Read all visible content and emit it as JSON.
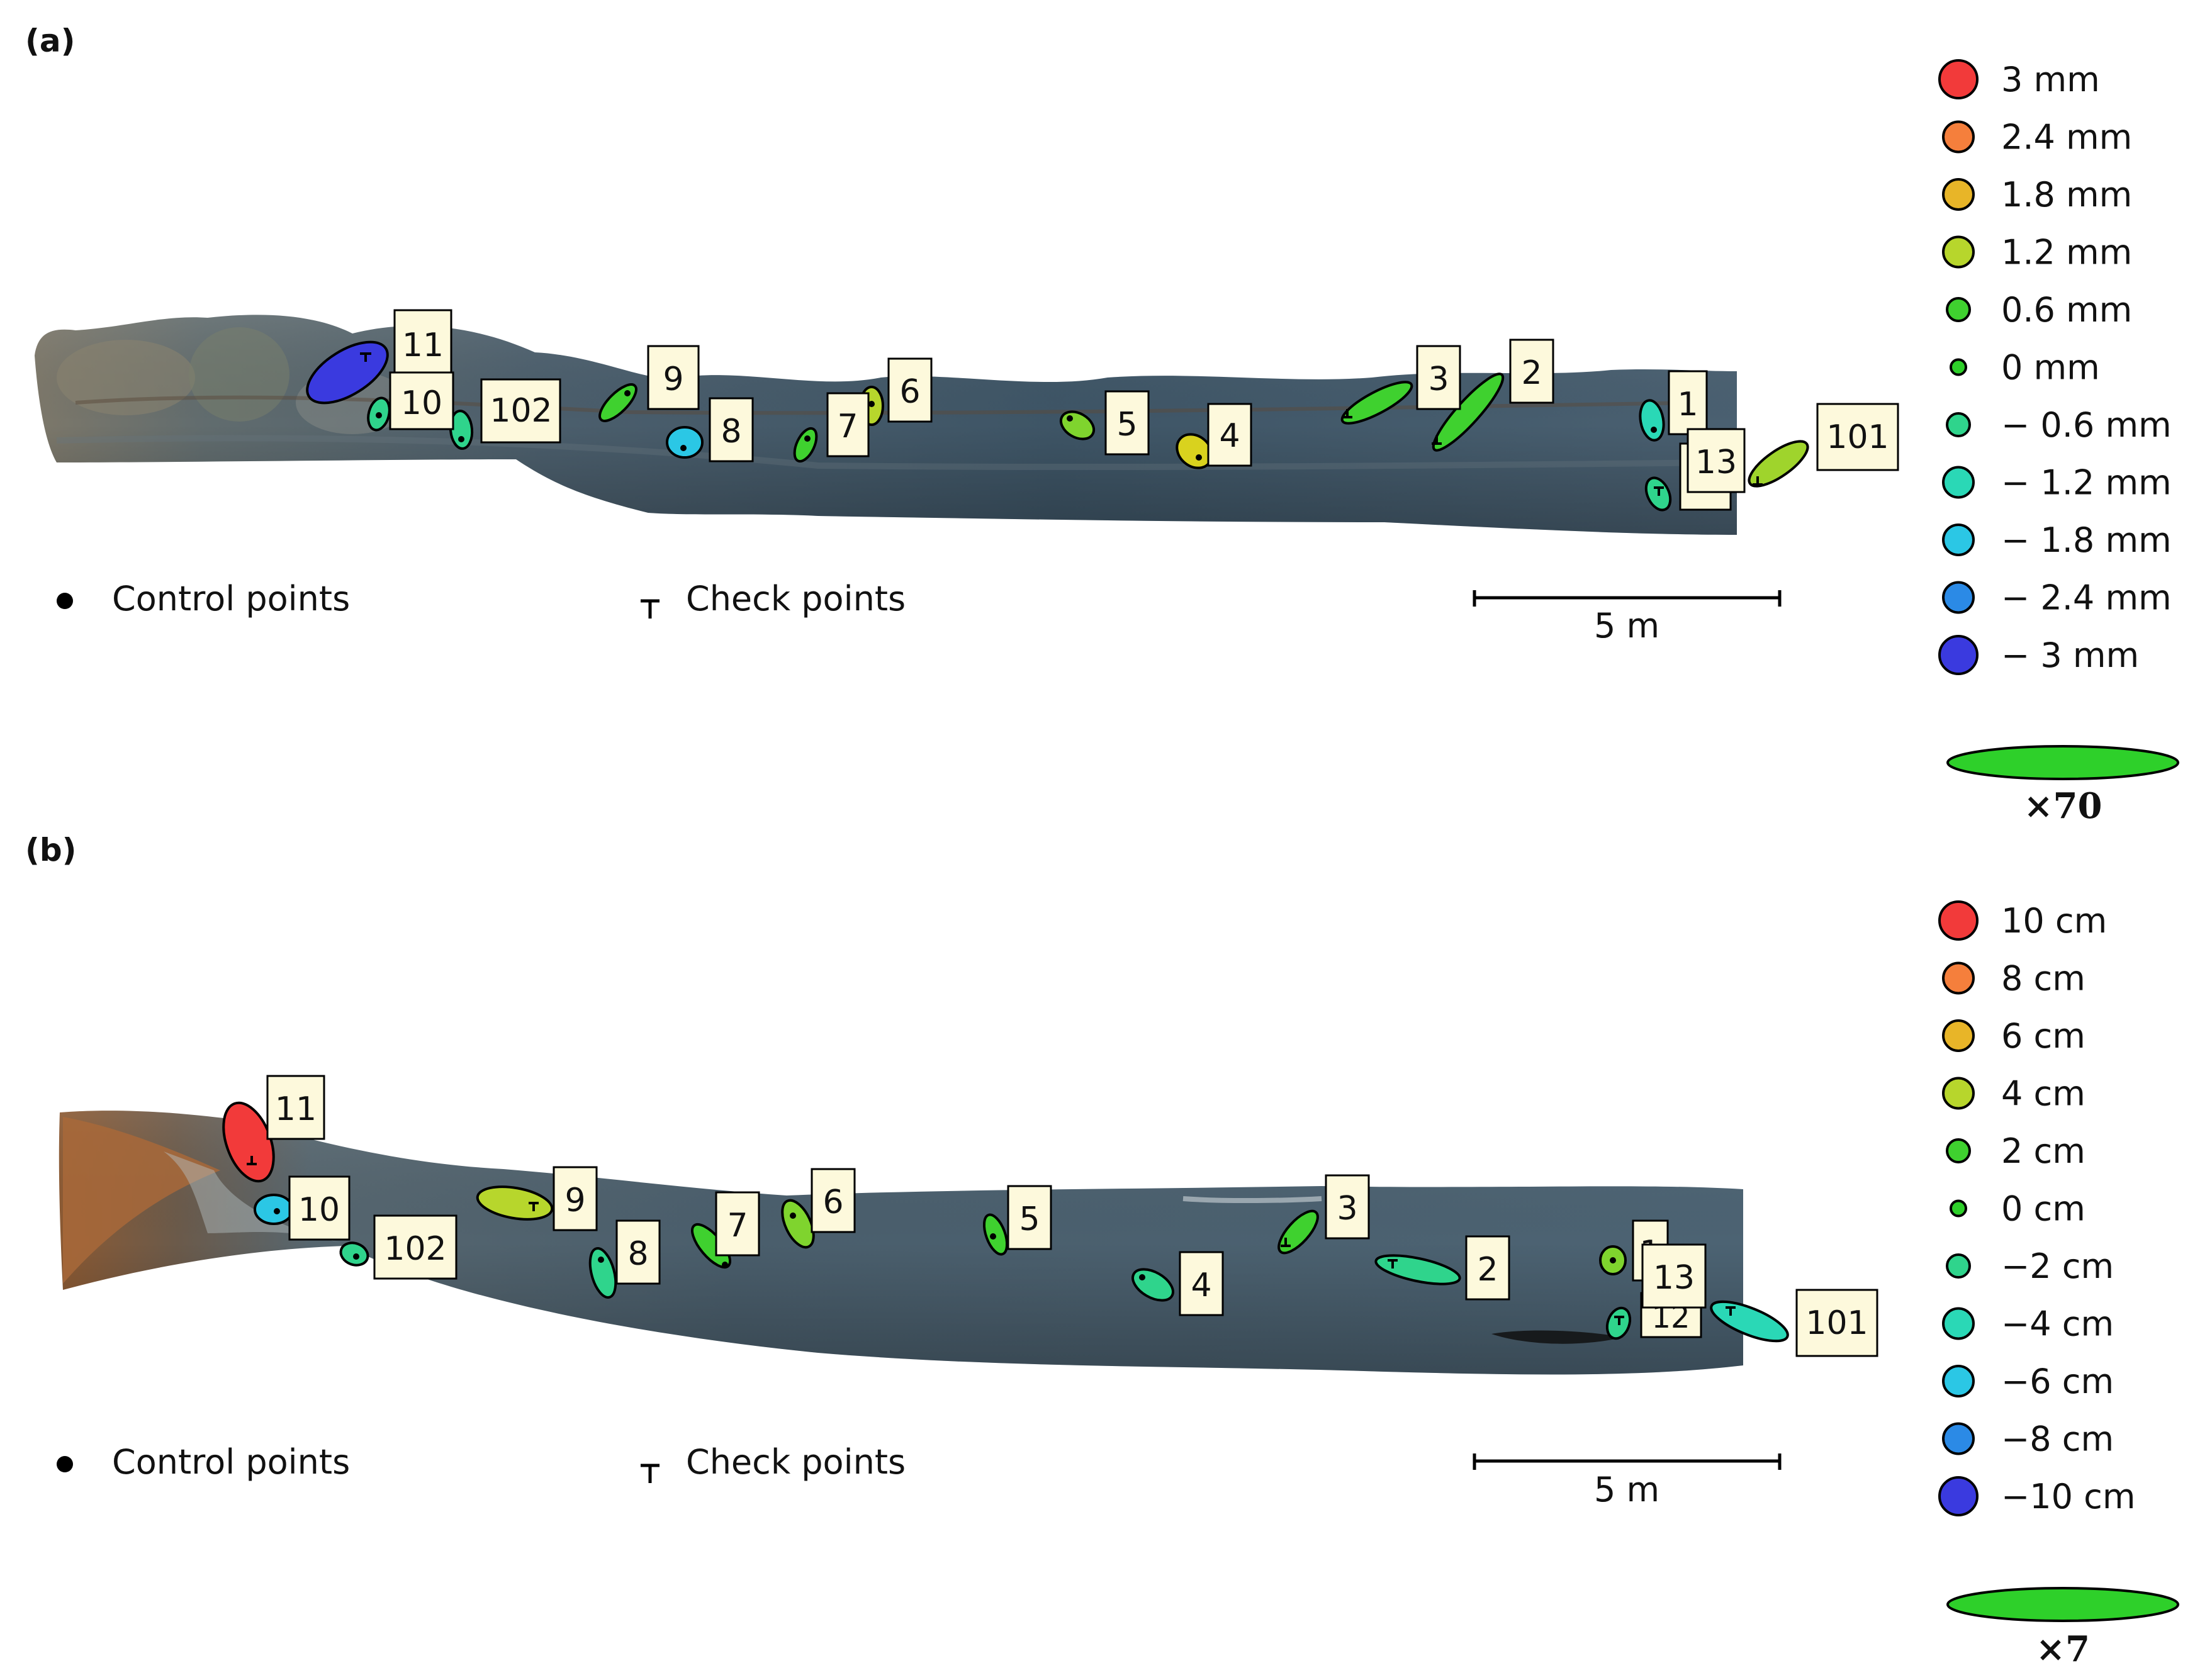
{
  "panels": [
    {
      "id": "a",
      "label": "(a)",
      "legend_scale_unit_label": "×70",
      "legend": [
        {
          "label": "3 mm",
          "color": "#f23a3a",
          "size": "lg"
        },
        {
          "label": "2.4 mm",
          "color": "#f57f3c",
          "size": "md"
        },
        {
          "label": "1.8 mm",
          "color": "#e8b528",
          "size": "md"
        },
        {
          "label": "1.2 mm",
          "color": "#b7d62c",
          "size": "md"
        },
        {
          "label": "0.6 mm",
          "color": "#3fd12f",
          "size": "sm"
        },
        {
          "label": "0 mm",
          "color": "#2ed02a",
          "size": "xs"
        },
        {
          "label": "− 0.6 mm",
          "color": "#2fd48c",
          "size": "sm"
        },
        {
          "label": "− 1.2 mm",
          "color": "#2ad8b6",
          "size": "md"
        },
        {
          "label": "− 1.8 mm",
          "color": "#2bc7e5",
          "size": "md"
        },
        {
          "label": "− 2.4 mm",
          "color": "#2b8ae6",
          "size": "md"
        },
        {
          "label": "− 3 mm",
          "color": "#3a3adf",
          "size": "lg"
        }
      ],
      "markers_legend": {
        "control": "Control points",
        "check": "Check points"
      },
      "scalebar_label": "5 m",
      "points": [
        {
          "label": "11",
          "type": "check",
          "color": "#3a3adf"
        },
        {
          "label": "10",
          "type": "control",
          "color": "#2fd48c"
        },
        {
          "label": "102",
          "type": "control",
          "color": "#2fd48c"
        },
        {
          "label": "9",
          "type": "control",
          "color": "#3fd12f"
        },
        {
          "label": "8",
          "type": "control",
          "color": "#2bc7e5"
        },
        {
          "label": "7",
          "type": "control",
          "color": "#3fd12f"
        },
        {
          "label": "6",
          "type": "control",
          "color": "#b7d62c"
        },
        {
          "label": "5",
          "type": "control",
          "color": "#7fd42e"
        },
        {
          "label": "4",
          "type": "control",
          "color": "#d9d21e"
        },
        {
          "label": "3",
          "type": "check",
          "color": "#3fd12f"
        },
        {
          "label": "2",
          "type": "check",
          "color": "#3fd12f"
        },
        {
          "label": "1",
          "type": "control",
          "color": "#2ad8b6"
        },
        {
          "label": "13",
          "type": "control",
          "color": "#3fd12f"
        },
        {
          "label": "12",
          "type": "check",
          "color": "#2fd48c"
        },
        {
          "label": "101",
          "type": "check",
          "color": "#9fd42c"
        }
      ]
    },
    {
      "id": "b",
      "label": "(b)",
      "legend_scale_unit_label": "×7",
      "legend": [
        {
          "label": "10 cm",
          "color": "#f23a3a",
          "size": "lg"
        },
        {
          "label": "8 cm",
          "color": "#f57f3c",
          "size": "md"
        },
        {
          "label": "6 cm",
          "color": "#e8b528",
          "size": "md"
        },
        {
          "label": "4 cm",
          "color": "#b7d62c",
          "size": "md"
        },
        {
          "label": "2 cm",
          "color": "#3fd12f",
          "size": "sm"
        },
        {
          "label": "0 cm",
          "color": "#2ed02a",
          "size": "xs"
        },
        {
          "label": "−2 cm",
          "color": "#2fd48c",
          "size": "sm"
        },
        {
          "label": "−4 cm",
          "color": "#2ad8b6",
          "size": "md"
        },
        {
          "label": "−6 cm",
          "color": "#2bc7e5",
          "size": "md"
        },
        {
          "label": "−8 cm",
          "color": "#2b8ae6",
          "size": "md"
        },
        {
          "label": "−10 cm",
          "color": "#3a3adf",
          "size": "lg"
        }
      ],
      "markers_legend": {
        "control": "Control points",
        "check": "Check points"
      },
      "scalebar_label": "5 m",
      "points": [
        {
          "label": "11",
          "type": "check",
          "color": "#f23a3a"
        },
        {
          "label": "10",
          "type": "control",
          "color": "#2bc7e5"
        },
        {
          "label": "102",
          "type": "control",
          "color": "#2fd48c"
        },
        {
          "label": "9",
          "type": "check",
          "color": "#b7d62c"
        },
        {
          "label": "8",
          "type": "control",
          "color": "#2fd48c"
        },
        {
          "label": "7",
          "type": "control",
          "color": "#3fd12f"
        },
        {
          "label": "6",
          "type": "control",
          "color": "#7fd42e"
        },
        {
          "label": "5",
          "type": "control",
          "color": "#3fd12f"
        },
        {
          "label": "4",
          "type": "control",
          "color": "#2fd48c"
        },
        {
          "label": "3",
          "type": "check",
          "color": "#3fd12f"
        },
        {
          "label": "2",
          "type": "check",
          "color": "#2fd48c"
        },
        {
          "label": "1",
          "type": "control",
          "color": "#7fd42e"
        },
        {
          "label": "13",
          "type": "control",
          "color": "#2fd48c"
        },
        {
          "label": "12",
          "type": "check",
          "color": "#2fd48c"
        },
        {
          "label": "101",
          "type": "check",
          "color": "#2ad8b6"
        }
      ]
    }
  ]
}
